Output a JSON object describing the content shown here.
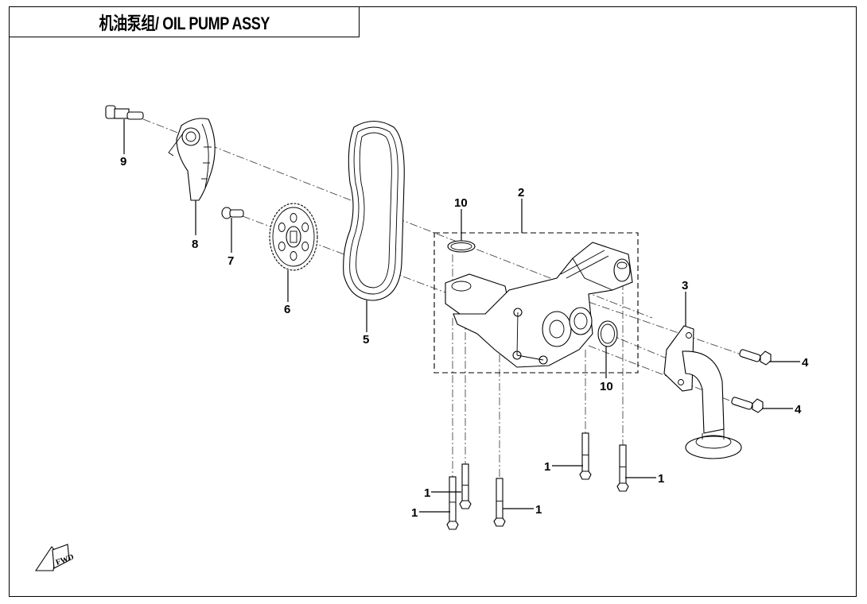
{
  "title": "机油泵组/ OIL PUMP ASSY",
  "fwd_label": "FWD",
  "callouts": {
    "c1a": "1",
    "c1b": "1",
    "c1c": "1",
    "c1d": "1",
    "c1e": "1",
    "c2": "2",
    "c3": "3",
    "c4a": "4",
    "c4b": "4",
    "c5": "5",
    "c6": "6",
    "c7": "7",
    "c8": "8",
    "c9": "9",
    "c10a": "10",
    "c10b": "10"
  },
  "parts": [
    {
      "number": "1",
      "name": "flange bolt",
      "quantity_shown": 5
    },
    {
      "number": "2",
      "name": "oil pump assembly"
    },
    {
      "number": "3",
      "name": "oil strainer pipe"
    },
    {
      "number": "4",
      "name": "flange bolt",
      "quantity_shown": 2
    },
    {
      "number": "5",
      "name": "drive chain"
    },
    {
      "number": "6",
      "name": "driven sprocket"
    },
    {
      "number": "7",
      "name": "sprocket bolt"
    },
    {
      "number": "8",
      "name": "chain tensioner"
    },
    {
      "number": "9",
      "name": "tensioner pivot bolt"
    },
    {
      "number": "10",
      "name": "o-ring",
      "quantity_shown": 2
    }
  ]
}
